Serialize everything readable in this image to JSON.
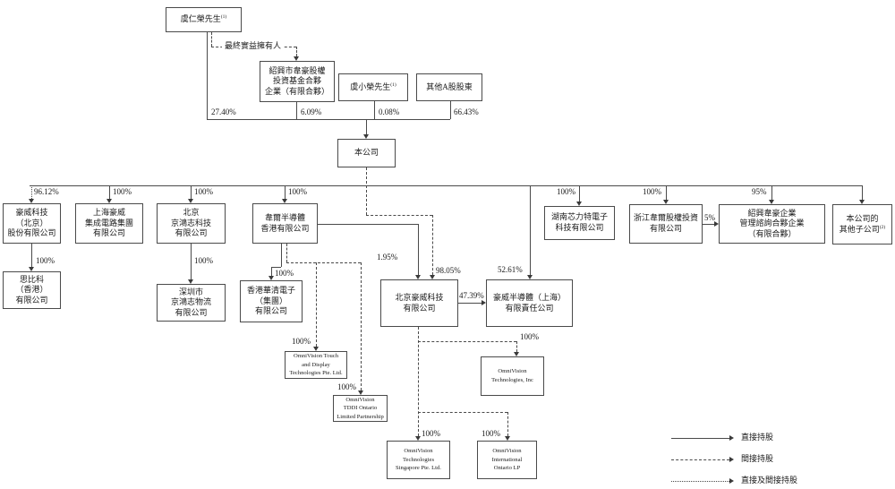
{
  "diagram": {
    "annotation": {
      "ultimate_beneficial_owner": "最終實益擁有人"
    },
    "nodes": {
      "yu_renrong": {
        "label": "虞仁榮先生",
        "note": "(1)"
      },
      "shaoxing_fund": {
        "label": "紹興市韋豪股權\n投資基金合夥\n企業（有限合夥）"
      },
      "yu_xiaorong": {
        "label": "虞小榮先生",
        "note": "(1)"
      },
      "other_a_shareholders": {
        "label": "其他A股股東"
      },
      "company": {
        "label": "本公司"
      },
      "howei_bj": {
        "label": "豪威科技\n（北京）\n股份有限公司"
      },
      "shanghai_howei": {
        "label": "上海豪威\n集成電路集團\n有限公司"
      },
      "bj_jinghongzhi": {
        "label": "北京\n京鴻志科技\n有限公司"
      },
      "weier_hk": {
        "label": "韋爾半導體\n香港有限公司"
      },
      "hunan_xinlite": {
        "label": "湖南芯力特電子\n科技有限公司"
      },
      "zhejiang_weier": {
        "label": "浙江韋爾股權投資\n有限公司"
      },
      "shaoxing_mgmt": {
        "label": "紹興韋豪企業\n管理諮詢合夥企業\n（有限合夥）"
      },
      "other_subsidiaries": {
        "label": "本公司的\n其他子公司",
        "note": "(2)"
      },
      "spk_hk": {
        "label": "思比科\n（香港）\n有限公司"
      },
      "sz_logistics": {
        "label": "深圳市\n京鴻志物流\n有限公司"
      },
      "hk_huaqing": {
        "label": "香港華清電子\n（集團）\n有限公司"
      },
      "bj_howei": {
        "label": "北京豪威科技\n有限公司"
      },
      "howei_sh": {
        "label": "豪威半導體（上海）\n有限責任公司"
      },
      "ov_touch": {
        "label": "OmniVision Touch\nand Display\nTechnologies Pte. Ltd."
      },
      "ov_tddi": {
        "label": "OmniVision\nTDDI Ontario\nLimited Partnership"
      },
      "ov_inc": {
        "label": "OmniVision\nTechnologies, Inc"
      },
      "ov_singapore": {
        "label": "OmniVision\nTechnologies\nSingapore Pte. Ltd."
      },
      "ov_ontario_lp": {
        "label": "OmniVision\nInternational\nOntario LP"
      }
    },
    "percentages": {
      "yu_renrong_company": "27.40%",
      "shaoxing_fund_company": "6.09%",
      "yu_xiaorong_company": "0.08%",
      "other_a_company": "66.43%",
      "company_howei_bj": "96.12%",
      "company_shanghai_howei": "100%",
      "company_bj_jinghongzhi": "100%",
      "company_weier_hk": "100%",
      "company_hunan": "100%",
      "company_zhejiang": "100%",
      "company_shaoxing_mgmt": "95%",
      "howei_bj_spk": "100%",
      "bj_jinghongzhi_logistics": "100%",
      "weier_hk_huaqing": "100%",
      "weier_hk_bj_howei": "1.95%",
      "company_bj_howei": "98.05%",
      "company_howei_sh": "52.61%",
      "bj_howei_howei_sh": "47.39%",
      "zhejiang_shaoxing_mgmt": "5%",
      "weier_hk_ov_touch": "100%",
      "weier_hk_ov_tddi": "100%",
      "bj_howei_ov_inc": "100%",
      "bj_howei_ov_singapore": "100%",
      "bj_howei_ov_ontario_lp": "100%"
    },
    "legend": {
      "direct": "直接持股",
      "indirect": "間接持股",
      "direct_and_indirect": "直接及間接持股"
    },
    "colors": {
      "line": "#4a4a4a",
      "text": "#1a1a1a",
      "background": "#ffffff"
    }
  }
}
